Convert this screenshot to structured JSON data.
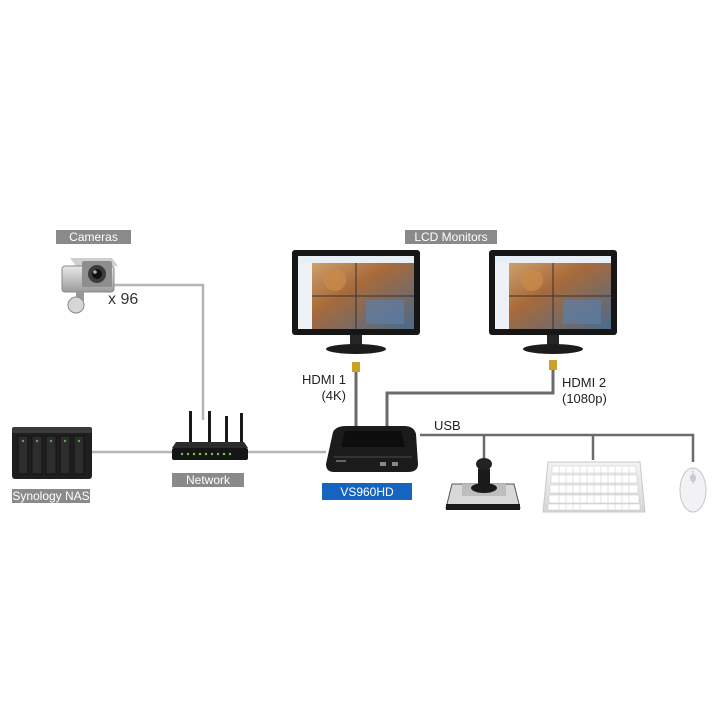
{
  "labels": {
    "cameras": "Cameras",
    "camera_count": "x 96",
    "lcd_monitors": "LCD Monitors",
    "network": "Network",
    "nas": "Synology NAS",
    "device": "VS960HD",
    "hdmi1_line1": "HDMI 1",
    "hdmi1_line2": "(4K)",
    "hdmi2_line1": "HDMI 2",
    "hdmi2_line2": "(1080p)",
    "usb": "USB"
  },
  "colors": {
    "label_bg_grey": "#8a8a8a",
    "label_bg_blue": "#1565c0",
    "cable": "#b5b5b5",
    "cable_dark": "#6b6b6b",
    "device_body": "#1b1b1b"
  },
  "icons": [
    "camera-icon",
    "monitor-icon",
    "router-icon",
    "nas-icon",
    "vs960hd-icon",
    "joystick-icon",
    "keyboard-icon",
    "mouse-icon"
  ]
}
